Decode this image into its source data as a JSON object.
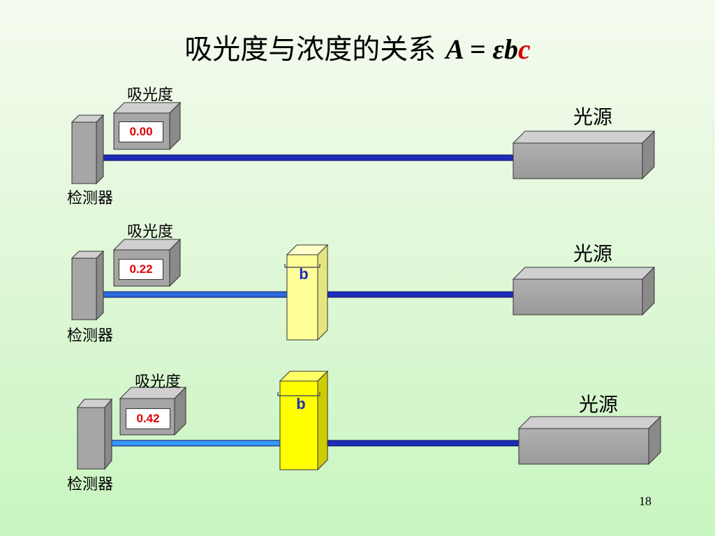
{
  "title": {
    "text": "吸光度与浓度的关系",
    "formula_prefix": "A = εb",
    "formula_c": "c"
  },
  "panels": [
    {
      "absorbance_label": "吸光度",
      "reading": "0.00",
      "detector_label": "检测器",
      "source_label": "光源",
      "cuvette": null
    },
    {
      "absorbance_label": "吸光度",
      "reading": "0.22",
      "detector_label": "检测器",
      "source_label": "光源",
      "cuvette": {
        "label": "b",
        "fill": "#ffff99"
      }
    },
    {
      "absorbance_label": "吸光度",
      "reading": "0.42",
      "detector_label": "检测器",
      "source_label": "光源",
      "cuvette": {
        "label": "b",
        "fill": "#ffff00"
      }
    }
  ],
  "colors": {
    "beam_full": "#1c2db8",
    "beam_attenuated_1": "#2e6be0",
    "beam_attenuated_2": "#3399ff",
    "box_gray": "#a6a6a6",
    "reading_red": "#e00000"
  },
  "page_number": "18"
}
